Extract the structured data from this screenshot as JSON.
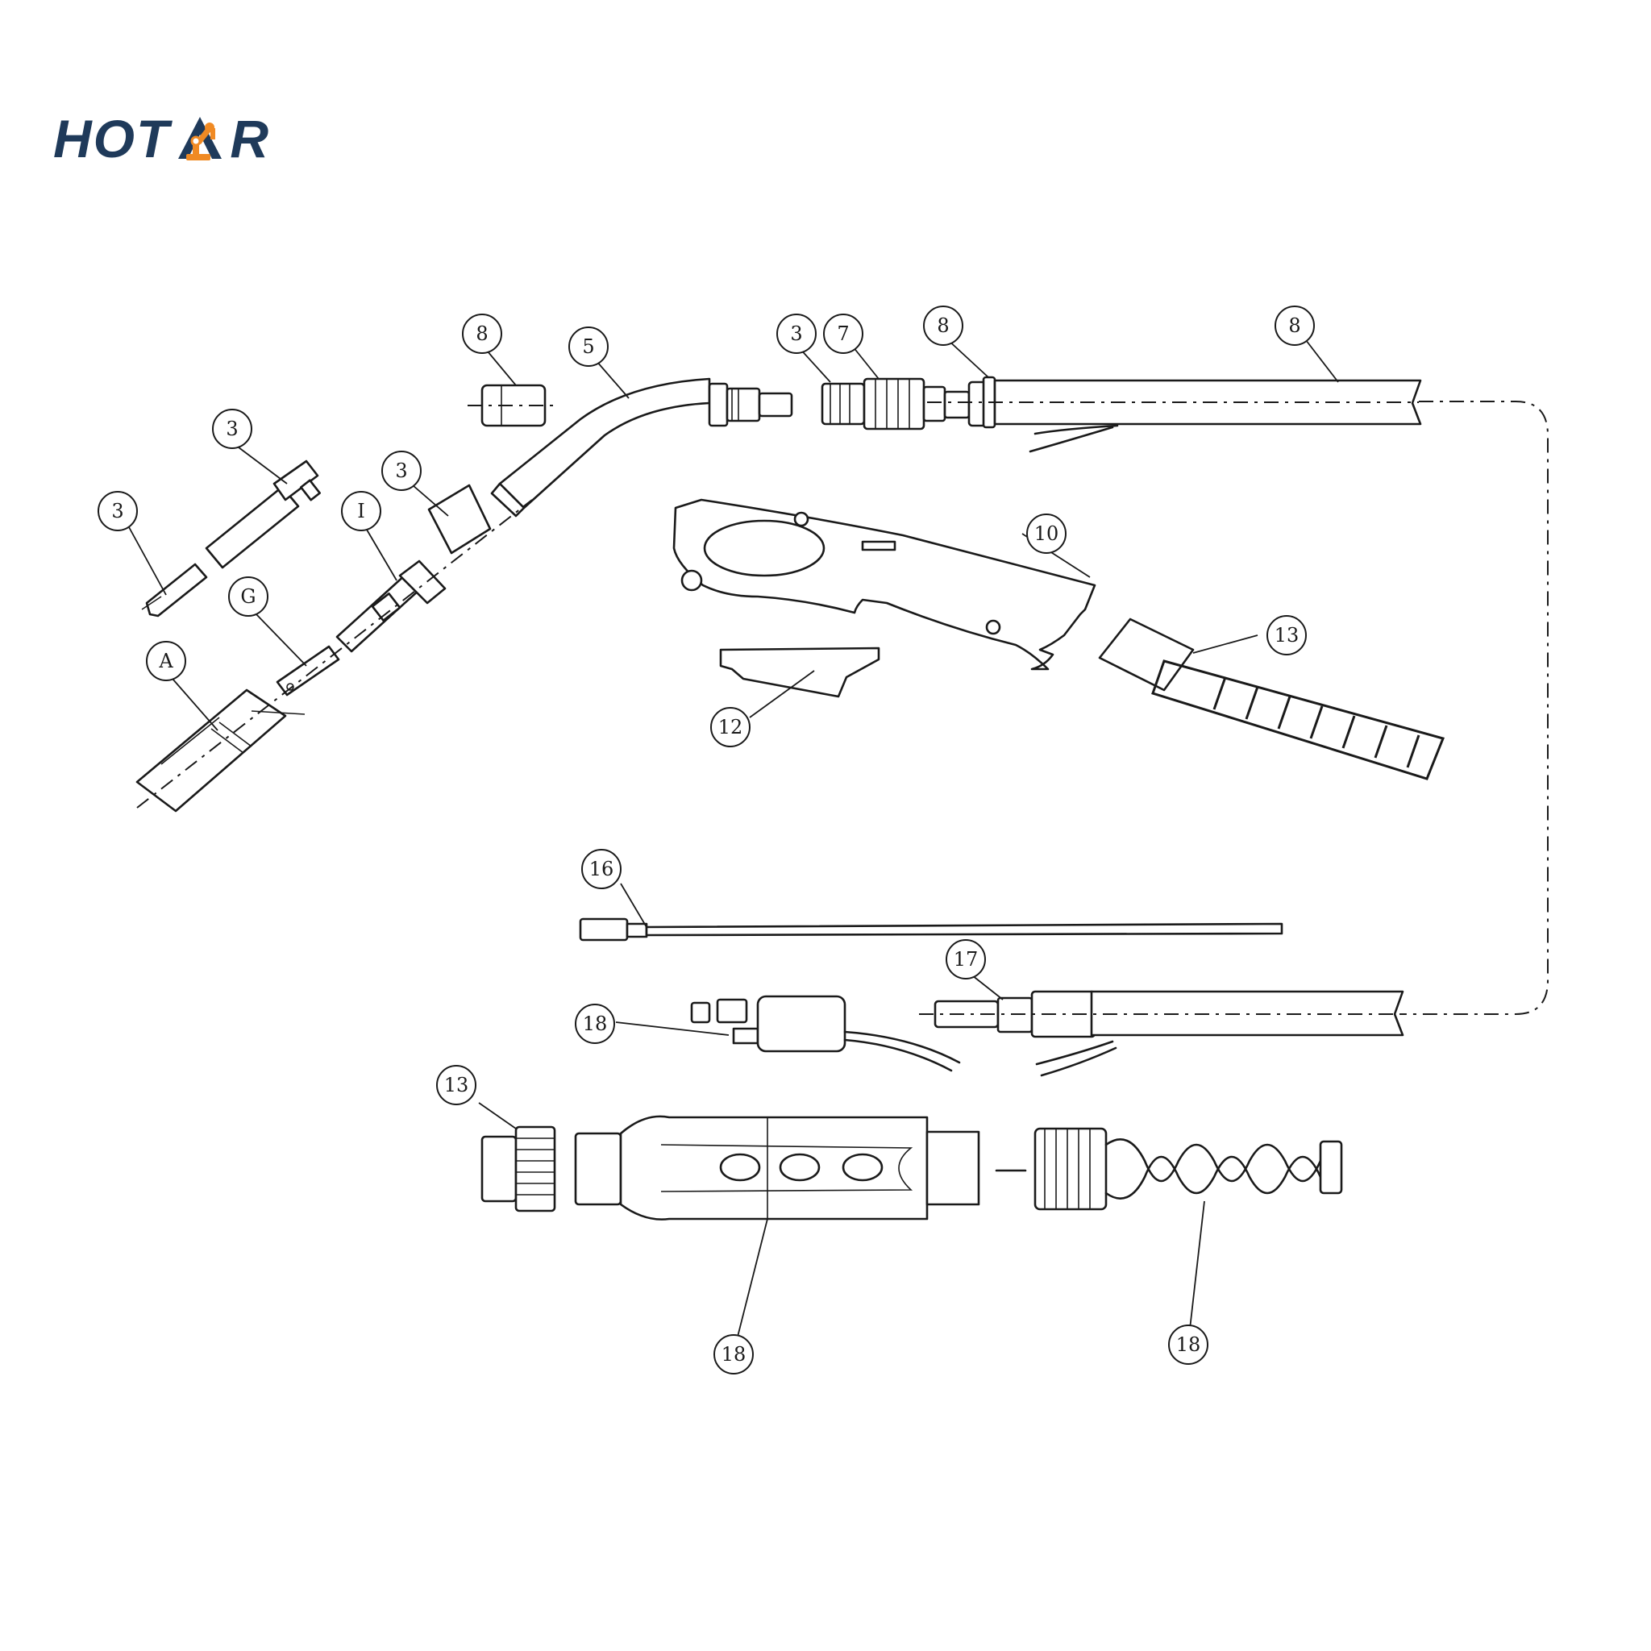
{
  "brand": {
    "name_left": "HOT",
    "name_right": "R",
    "logo_name": "hotar-robot-logo",
    "colors": {
      "text": "#1f3a5a",
      "accent": "#f08a24"
    }
  },
  "callouts": [
    {
      "id": "c1",
      "label": "8"
    },
    {
      "id": "c2",
      "label": "5"
    },
    {
      "id": "c3",
      "label": "3"
    },
    {
      "id": "c4",
      "label": "7"
    },
    {
      "id": "c5",
      "label": "8"
    },
    {
      "id": "c6",
      "label": "8"
    },
    {
      "id": "c7",
      "label": "3"
    },
    {
      "id": "c8",
      "label": "3"
    },
    {
      "id": "c9",
      "label": "3"
    },
    {
      "id": "c10",
      "label": "I"
    },
    {
      "id": "c11",
      "label": "G"
    },
    {
      "id": "c12",
      "label": "A"
    },
    {
      "id": "c13",
      "label": "10"
    },
    {
      "id": "c14",
      "label": "13"
    },
    {
      "id": "c15",
      "label": "12"
    },
    {
      "id": "c16",
      "label": "16"
    },
    {
      "id": "c17",
      "label": "17"
    },
    {
      "id": "c18",
      "label": "18"
    },
    {
      "id": "c19",
      "label": "13"
    },
    {
      "id": "c20",
      "label": "18"
    },
    {
      "id": "c21",
      "label": "18"
    }
  ]
}
